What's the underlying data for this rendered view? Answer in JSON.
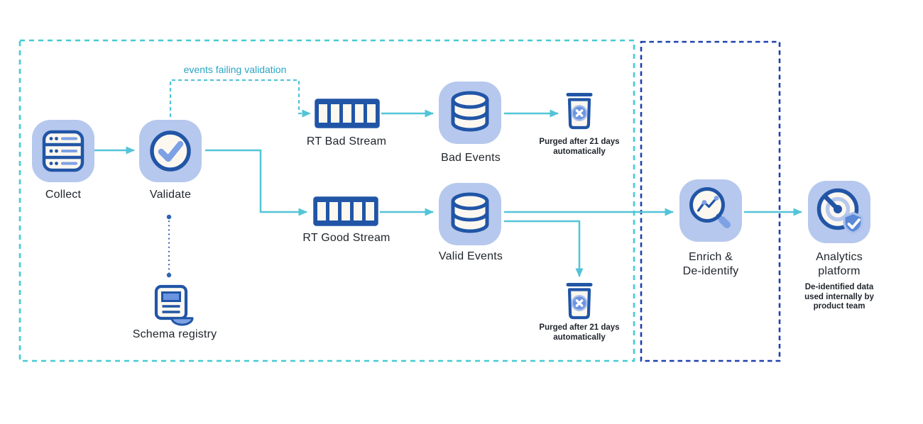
{
  "colors": {
    "dark": "#2155a6",
    "mid": "#7da1e4",
    "mid2": "#6b94e0",
    "shield": "#5c88d8",
    "shieldring": "#aac1eb",
    "tile": "#b6c8ed",
    "cream": "#fcf8f0",
    "teal": "#53c4d7",
    "tealbox": "#44ccd3",
    "tealtext": "#2aa5c4",
    "bluebox": "#1e40ad",
    "dot": "#2f63b5",
    "text": "#1f242b"
  },
  "nodes": {
    "collect": {
      "label": "Collect",
      "icon": "server-icon"
    },
    "validate": {
      "label": "Validate",
      "icon": "checkmark-circle-icon"
    },
    "schema_registry": {
      "label": "Schema registry",
      "icon": "document-scroll-icon"
    },
    "rt_bad_stream": {
      "label": "RT Bad Stream",
      "icon": "queue-icon"
    },
    "bad_events": {
      "label": "Bad Events",
      "icon": "database-icon"
    },
    "bad_purge": {
      "icon": "trash-icon",
      "note_line1": "Purged after 21 days",
      "note_line2": "automatically"
    },
    "rt_good_stream": {
      "label": "RT Good Stream",
      "icon": "queue-icon"
    },
    "valid_events": {
      "label": "Valid Events",
      "icon": "database-icon"
    },
    "good_purge": {
      "icon": "trash-icon",
      "note_line1": "Purged after 21 days",
      "note_line2": "automatically"
    },
    "enrich": {
      "label_line1": "Enrich &",
      "label_line2": "De-identify",
      "icon": "magnifier-chart-icon"
    },
    "analytics": {
      "label_line1": "Analytics",
      "label_line2": "platform",
      "icon": "radar-shield-icon",
      "note_line1": "De-identified data",
      "note_line2": "used internally by",
      "note_line3": "product team"
    }
  },
  "edges": {
    "failing_label": "events failing validation",
    "list": [
      {
        "from": "Collect",
        "to": "Validate",
        "style": "solid-arrow"
      },
      {
        "from": "Validate",
        "to": "RT Bad Stream",
        "style": "dashed-arrow",
        "label": "events failing validation"
      },
      {
        "from": "Validate",
        "to": "RT Good Stream",
        "style": "solid-arrow"
      },
      {
        "from": "Validate",
        "to": "Schema registry",
        "style": "dotted-line"
      },
      {
        "from": "RT Bad Stream",
        "to": "Bad Events",
        "style": "solid-arrow"
      },
      {
        "from": "Bad Events",
        "to": "Bad purge trash",
        "style": "solid-arrow"
      },
      {
        "from": "RT Good Stream",
        "to": "Valid Events",
        "style": "solid-arrow"
      },
      {
        "from": "Valid Events",
        "to": "Enrich & De-identify",
        "style": "solid-arrow"
      },
      {
        "from": "Valid Events",
        "to": "Good purge trash",
        "style": "solid-arrow"
      },
      {
        "from": "Enrich & De-identify",
        "to": "Analytics platform",
        "style": "solid-arrow"
      }
    ]
  },
  "zones": {
    "pipeline_zone": {
      "border_style": "teal-dashed"
    },
    "enrich_zone": {
      "border_style": "blue-dashed"
    }
  }
}
